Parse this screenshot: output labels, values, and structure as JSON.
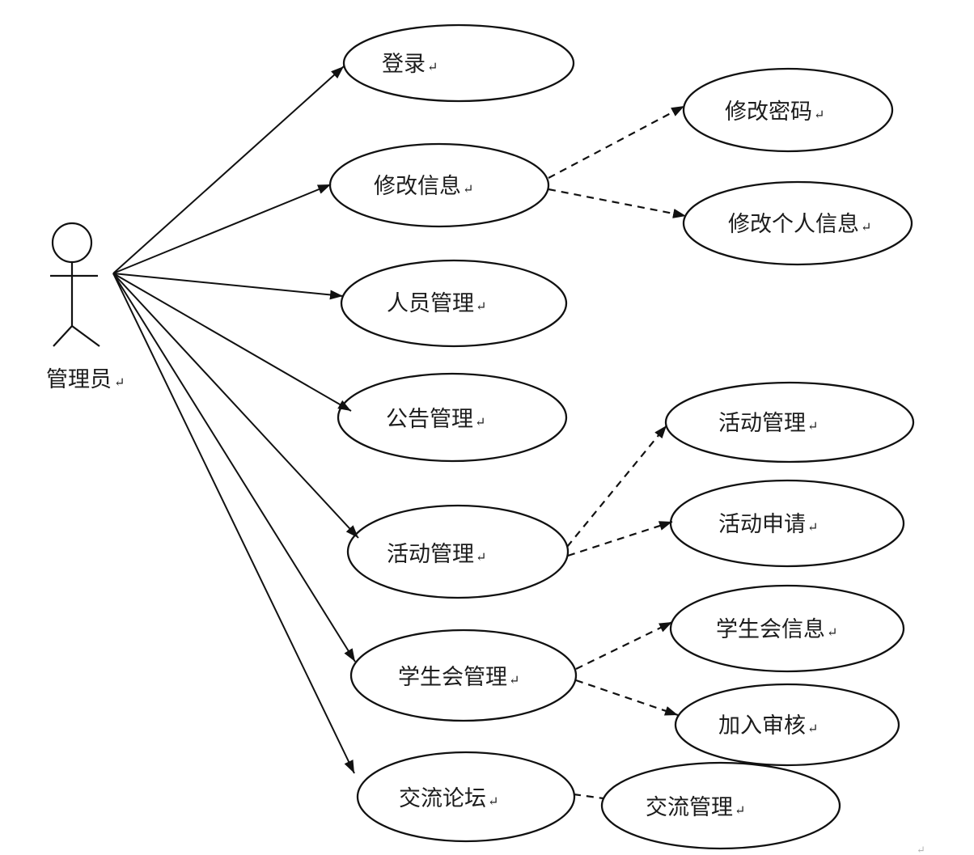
{
  "diagram_type": "uml-use-case",
  "actor": {
    "label": "管理员"
  },
  "marks": {
    "paragraph": "↵",
    "corner": "↵"
  },
  "use_cases": {
    "login": {
      "label": "登录"
    },
    "modify_info": {
      "label": "修改信息"
    },
    "personnel_mgmt": {
      "label": "人员管理"
    },
    "announcement_mgmt": {
      "label": "公告管理"
    },
    "activity_mgmt": {
      "label": "活动管理"
    },
    "student_union_mgmt": {
      "label": "学生会管理"
    },
    "forum": {
      "label": "交流论坛"
    },
    "change_password": {
      "label": "修改密码"
    },
    "modify_personal_info": {
      "label": "修改个人信息"
    },
    "activity_mgmt_sub": {
      "label": "活动管理"
    },
    "activity_apply": {
      "label": "活动申请"
    },
    "student_union_info": {
      "label": "学生会信息"
    },
    "join_review": {
      "label": "加入审核"
    },
    "communication_mgmt": {
      "label": "交流管理"
    }
  },
  "relations": [
    {
      "from": "管理员",
      "to": "登录",
      "style": "solid-arrow"
    },
    {
      "from": "管理员",
      "to": "修改信息",
      "style": "solid-arrow"
    },
    {
      "from": "管理员",
      "to": "人员管理",
      "style": "solid-arrow"
    },
    {
      "from": "管理员",
      "to": "公告管理",
      "style": "solid-arrow"
    },
    {
      "from": "管理员",
      "to": "活动管理",
      "style": "solid-arrow"
    },
    {
      "from": "管理员",
      "to": "学生会管理",
      "style": "solid-arrow"
    },
    {
      "from": "管理员",
      "to": "交流论坛",
      "style": "solid-arrow"
    },
    {
      "from": "修改信息",
      "to": "修改密码",
      "style": "dashed-arrow"
    },
    {
      "from": "修改信息",
      "to": "修改个人信息",
      "style": "dashed-arrow"
    },
    {
      "from": "活动管理",
      "to": "活动管理",
      "style": "dashed-arrow"
    },
    {
      "from": "活动管理",
      "to": "活动申请",
      "style": "dashed-arrow"
    },
    {
      "from": "学生会管理",
      "to": "学生会信息",
      "style": "dashed-arrow"
    },
    {
      "from": "学生会管理",
      "to": "加入审核",
      "style": "dashed-arrow"
    },
    {
      "from": "交流论坛",
      "to": "交流管理",
      "style": "dashed-line"
    }
  ],
  "colors": {
    "stroke": "#111111",
    "background": "#ffffff",
    "faint_mark": "#b4b4b4"
  }
}
